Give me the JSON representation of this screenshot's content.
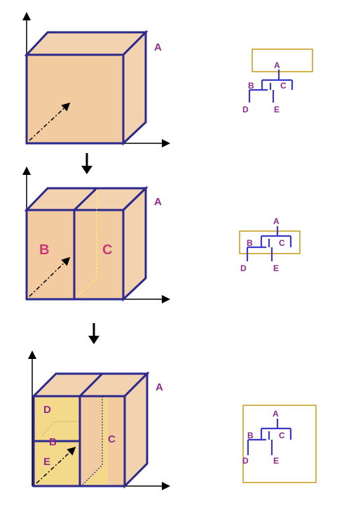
{
  "colors": {
    "box_fill": "#F2CBA0",
    "box_side": "#F3D2B0",
    "box_stroke": "#2B2A8C",
    "label_purple": "#8E2A8E",
    "label_pink": "#C8397A",
    "tree_stroke": "#3B3BC8",
    "highlight_stroke": "#C9A227",
    "dashed_yellow": "#F4E77A",
    "inner_fill": "#F5D98A",
    "axis": "#000000"
  },
  "panels": [
    {
      "cube": {
        "outer_label": "A",
        "region_labels": []
      },
      "tree": {
        "nodes": [
          "A",
          "B",
          "C",
          "D",
          "E"
        ]
      }
    },
    {
      "cube": {
        "outer_label": "A",
        "region_labels": [
          "B",
          "C"
        ]
      },
      "tree": {
        "nodes": [
          "A",
          "B",
          "C",
          "D",
          "E"
        ]
      }
    },
    {
      "cube": {
        "outer_label": "A",
        "region_labels": [
          "D",
          "B",
          "E",
          "C"
        ]
      },
      "tree": {
        "nodes": [
          "A",
          "B",
          "C",
          "D",
          "E"
        ]
      }
    }
  ],
  "icons": [
    "down-arrow-icon",
    "down-arrow-icon"
  ]
}
